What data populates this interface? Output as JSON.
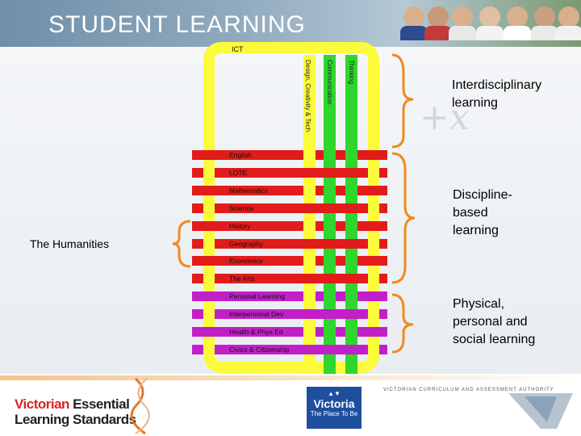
{
  "header": {
    "title": "STUDENT LEARNING"
  },
  "diagram": {
    "ict_label": "ICT",
    "vertical_strands": [
      {
        "label": "Design, Creativity & Tech",
        "color": "#fbfb3c"
      },
      {
        "label": "Communication",
        "color": "#2ed62e"
      },
      {
        "label": "Thinking",
        "color": "#2ed62e"
      }
    ],
    "rows": [
      {
        "label": "English",
        "color": "#e21b1b"
      },
      {
        "label": "LOTE",
        "color": "#e21b1b"
      },
      {
        "label": "Mathematics",
        "color": "#e21b1b"
      },
      {
        "label": "Science",
        "color": "#e21b1b"
      },
      {
        "label": "History",
        "color": "#e21b1b"
      },
      {
        "label": "Geography",
        "color": "#e21b1b"
      },
      {
        "label": "Economics",
        "color": "#e21b1b"
      },
      {
        "label": "The Arts",
        "color": "#e21b1b"
      },
      {
        "label": "Personal Learning",
        "color": "#c21fc8"
      },
      {
        "label": "Interpersonal Dev",
        "color": "#c21fc8"
      },
      {
        "label": "Health & Phys Ed",
        "color": "#c21fc8"
      },
      {
        "label": "Civics & Citizenship",
        "color": "#c21fc8"
      }
    ],
    "brace_color": "#f08a1e"
  },
  "annotations": {
    "humanities": "The Humanities",
    "interdisciplinary": [
      "Interdisciplinary",
      "learning"
    ],
    "discipline": [
      "Discipline-",
      "based",
      "learning"
    ],
    "physical": [
      "Physical,",
      "personal and",
      "social learning"
    ]
  },
  "footer": {
    "vels_line1_a": "Victorian",
    "vels_line1_b": "Essential",
    "vels_line2": "Learning Standards",
    "victoria_name": "Victoria",
    "victoria_tagline": "The Place To Be",
    "authority": "VICTORIAN CURRICULUM AND ASSESSMENT AUTHORITY"
  }
}
